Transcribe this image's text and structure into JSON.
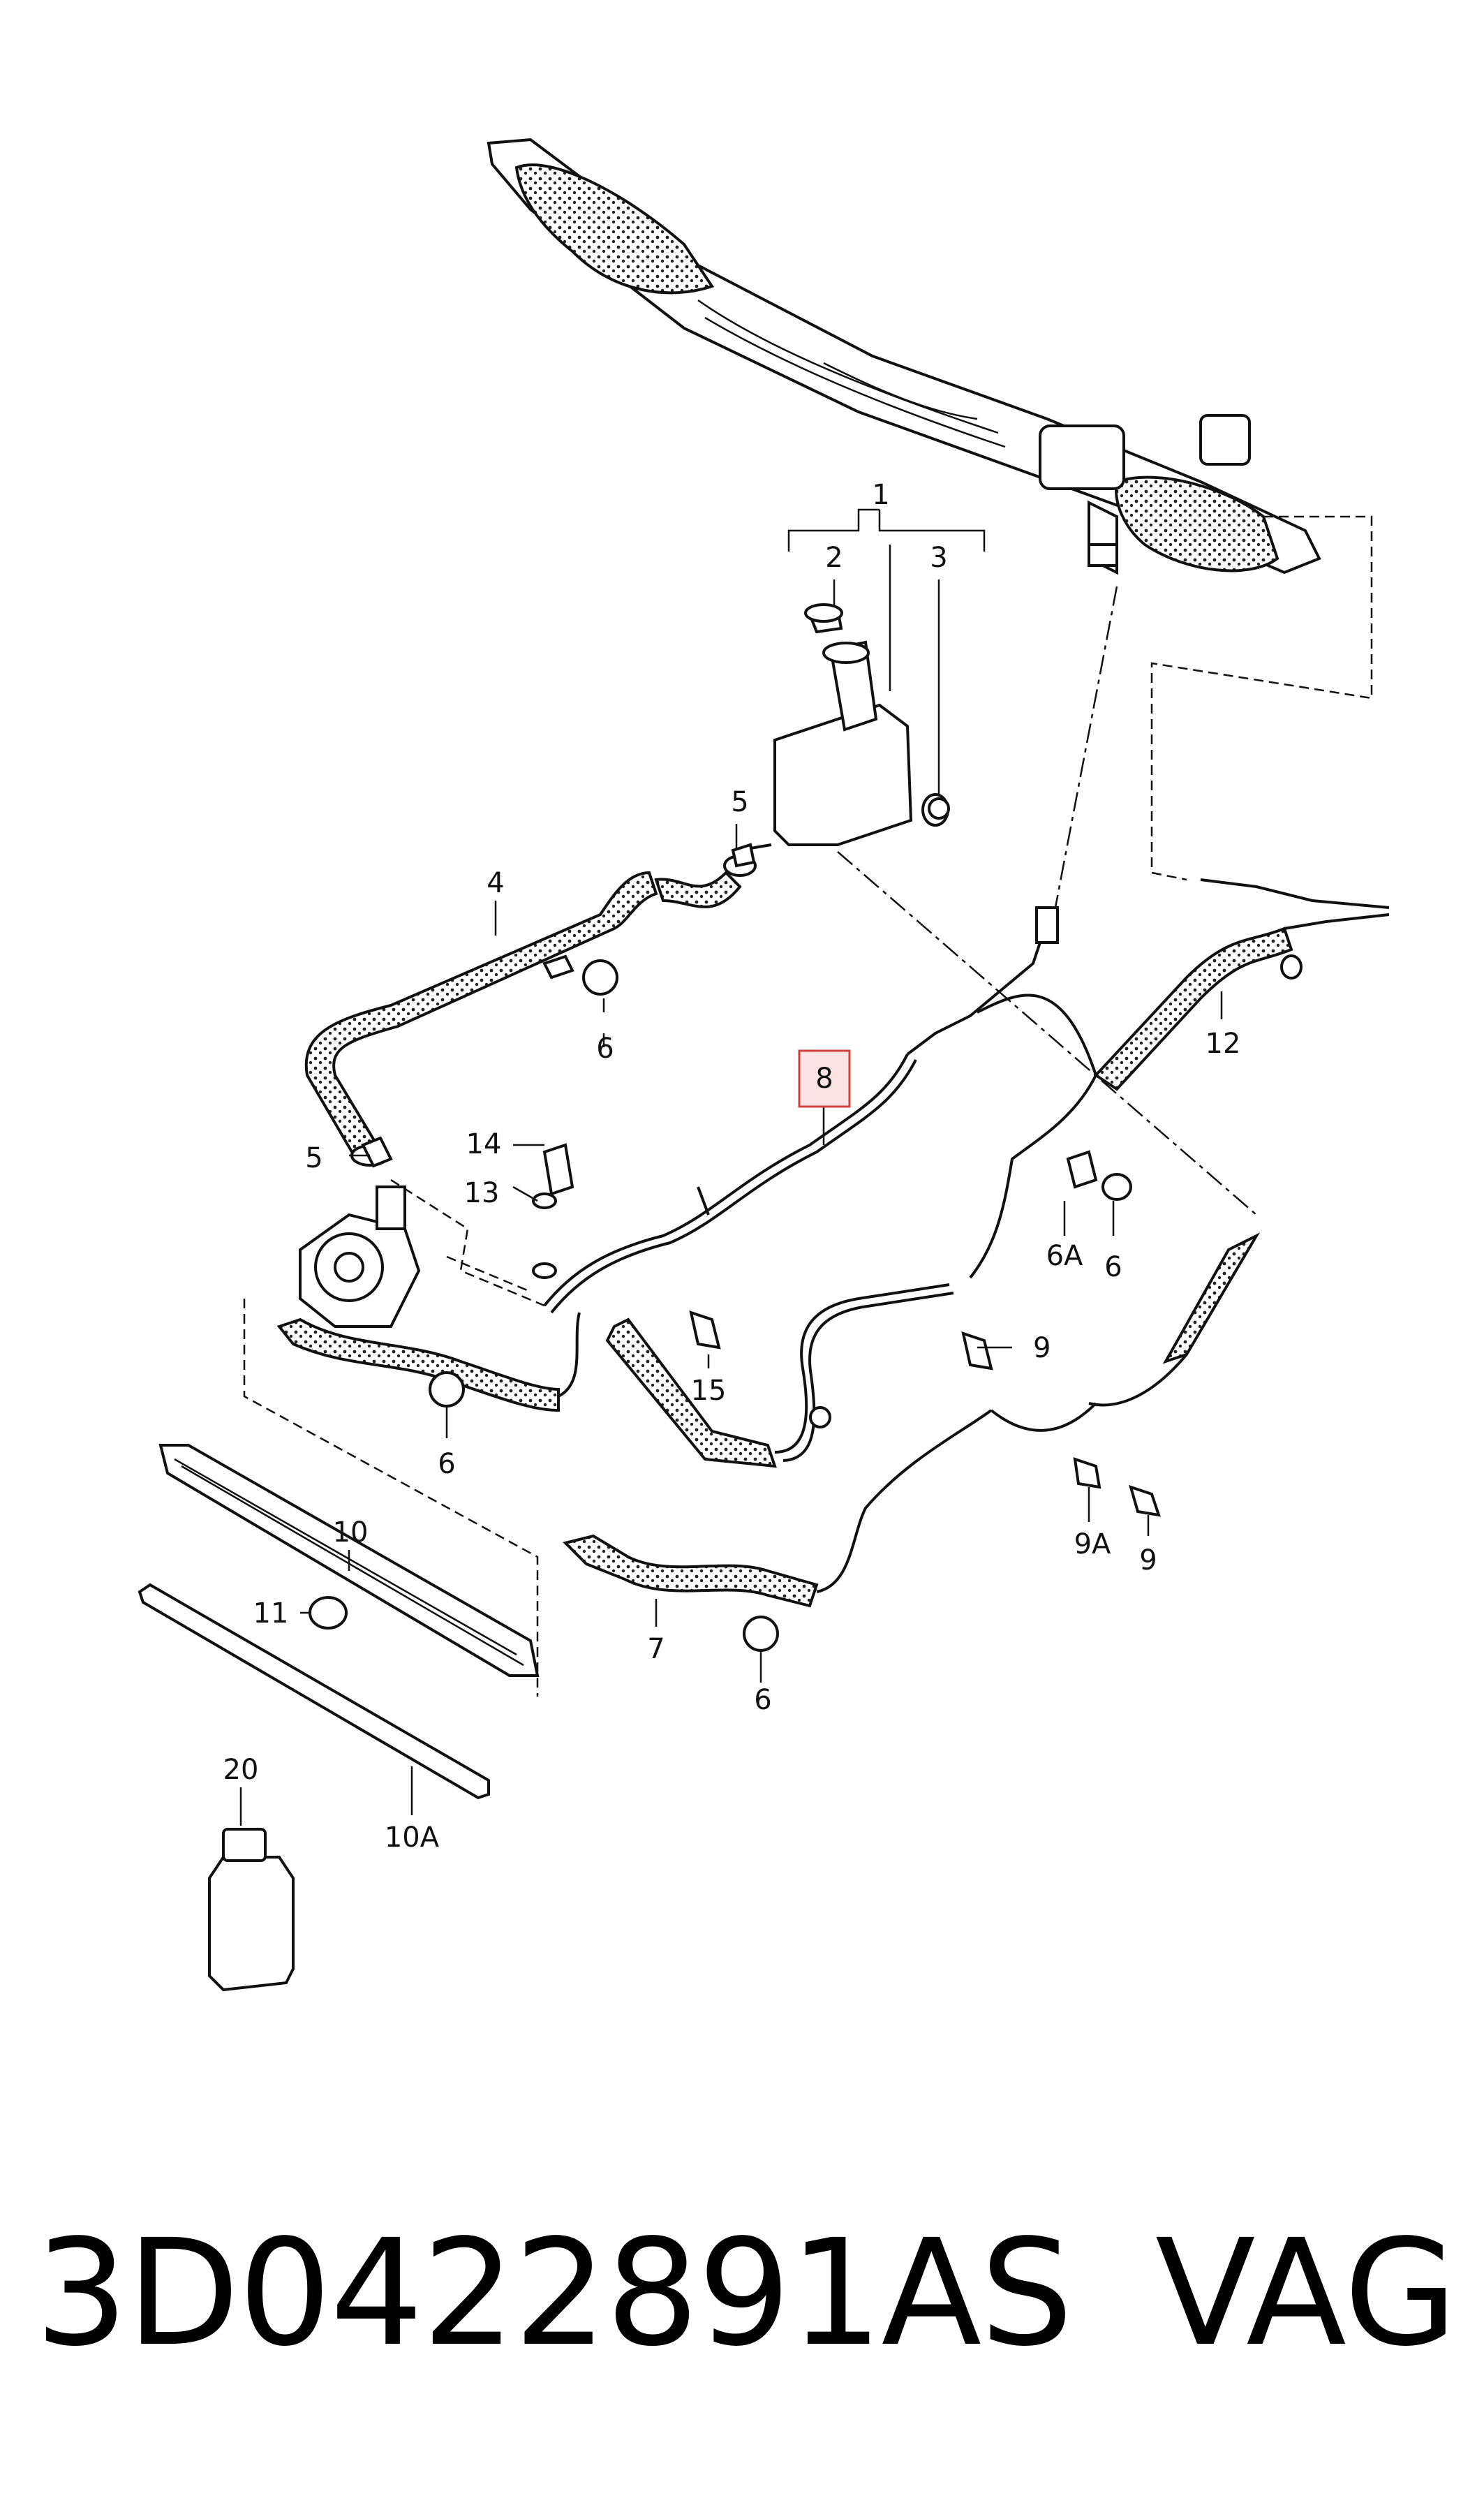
{
  "callouts": {
    "c1": "1",
    "c2": "2",
    "c3": "3",
    "c4": "4",
    "c5a": "5",
    "c5b": "5",
    "c6a": "6",
    "c6b": "6",
    "c6c": "6",
    "c6d": "6",
    "c6A": "6A",
    "c7": "7",
    "c8": "8",
    "c9a": "9",
    "c9b": "9",
    "c9A": "9A",
    "c10": "10",
    "c10A": "10A",
    "c11": "11",
    "c12": "12",
    "c13": "13",
    "c14": "14",
    "c15": "15",
    "c20": "20"
  },
  "highlight": {
    "label": "8",
    "color": "#fbe3e3",
    "border": "#d04040"
  },
  "footer": {
    "part_number": "3D0422891AS",
    "brand": "VAG"
  }
}
